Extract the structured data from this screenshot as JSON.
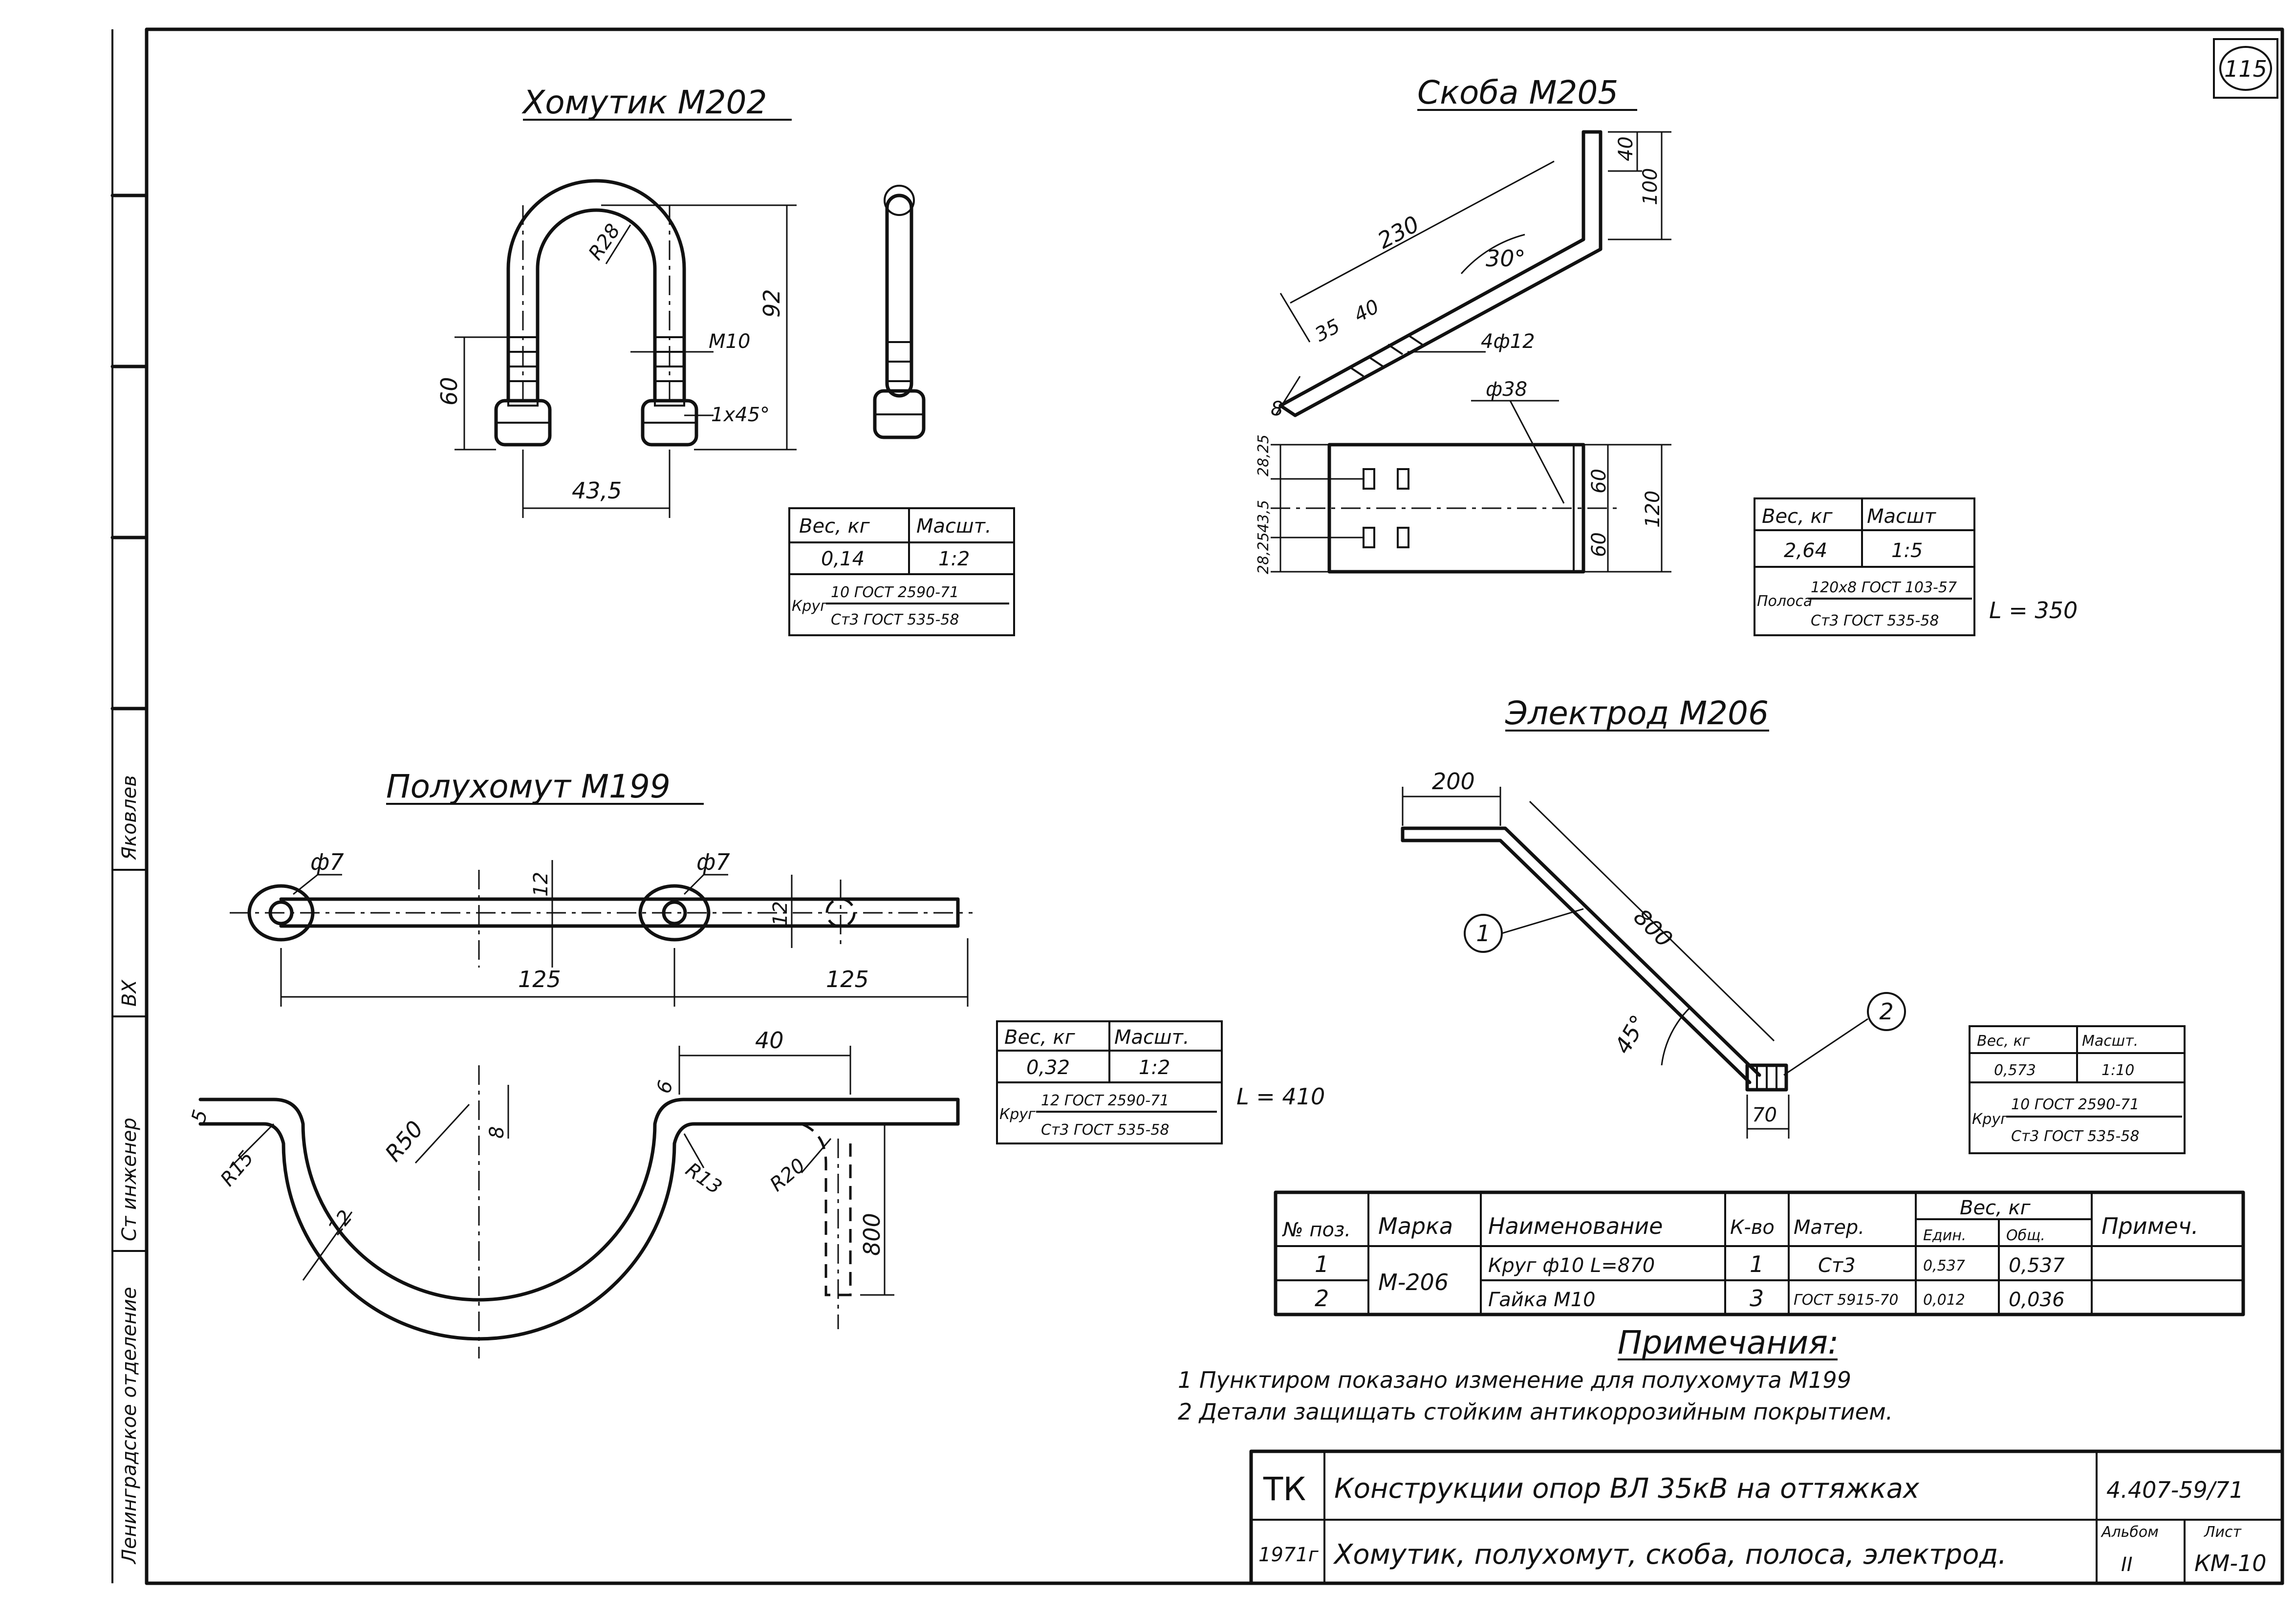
{
  "sheet_number": "115",
  "side_stamp": {
    "org": "Ленинградское отделение",
    "role": "Ст инженер",
    "signature": "ВХ",
    "name": "Яковлев"
  },
  "m202": {
    "title": "Хомутик М202",
    "dims": {
      "r": "R28",
      "thread": "M10",
      "height": "92",
      "leg": "60",
      "chamfer": "1x45°",
      "width": "43,5"
    },
    "table": {
      "h_weight": "Вес, кг",
      "h_scale": "Масшт.",
      "weight": "0,14",
      "scale": "1:2",
      "material": "Круг",
      "mat_top": "10 ГОСТ 2590-71",
      "mat_bot": "Ст3 ГОСТ 535-58"
    }
  },
  "m205": {
    "title": "Скоба М205",
    "dims": {
      "top": "40",
      "side": "100",
      "length": "230",
      "angle": "30°",
      "d1": "35",
      "d2": "40",
      "holes": "4ф12",
      "thick": "8",
      "bend": "ф38",
      "h1": "28,25",
      "h2": "43,5",
      "h3": "28,25",
      "v1": "60",
      "v2": "60",
      "total": "120"
    },
    "table": {
      "h_weight": "Вес, кг",
      "h_scale": "Масшт",
      "weight": "2,64",
      "scale": "1:5",
      "material": "Полоса",
      "mat_top": "120х8 ГОСТ 103-57",
      "mat_bot": "Ст3 ГОСТ 535-58"
    },
    "length_note": "L = 350"
  },
  "m199": {
    "title": "Полухомут М199",
    "dims": {
      "hole1": "ф7",
      "hole2": "ф7",
      "w1": "12",
      "w2": "12",
      "span1": "125",
      "span2": "125",
      "flat": "40",
      "r15": "R15",
      "r50": "R50",
      "t8": "8",
      "t6": "6",
      "r13": "R13",
      "r20": "R20",
      "drop": "800",
      "t12": "12",
      "t5": "5"
    },
    "table": {
      "h_weight": "Вес, кг",
      "h_scale": "Масшт.",
      "weight": "0,32",
      "scale": "1:2",
      "material": "Круг",
      "mat_top": "12 ГОСТ 2590-71",
      "mat_bot": "Ст3 ГОСТ 535-58"
    },
    "length_note": "L = 410"
  },
  "m206": {
    "title": "Электрод М206",
    "dims": {
      "top": "200",
      "length": "800",
      "angle": "45°",
      "bottom": "70",
      "pos1": "1",
      "pos2": "2"
    },
    "table": {
      "h_weight": "Вес, кг",
      "h_scale": "Масшт.",
      "weight": "0,573",
      "scale": "1:10",
      "material": "Круг",
      "mat_top": "10 ГОСТ 2590-71",
      "mat_bot": "Ст3 ГОСТ 535-58"
    }
  },
  "spec": {
    "headers": {
      "pos": "№ поз.",
      "mark": "Марка",
      "name": "Наименование",
      "qty": "К-во",
      "mat": "Матер.",
      "weight": "Вес, кг",
      "unit": "Един.",
      "total": "Общ.",
      "note": "Примеч."
    },
    "mark_value": "М-206",
    "rows": [
      {
        "pos": "1",
        "name": "Круг ф10 L=870",
        "qty": "1",
        "mat": "Ст3",
        "unit": "0,537",
        "total": "0,537"
      },
      {
        "pos": "2",
        "name": "Гайка М10",
        "qty": "3",
        "mat": "ГОСТ 5915-70",
        "unit": "0,012",
        "total": "0,036"
      }
    ]
  },
  "notes": {
    "title": "Примечания:",
    "lines": [
      "1 Пунктиром показано изменение для полухомута М199",
      "2 Детали защищать стойким антикоррозийным покрытием."
    ]
  },
  "title_block": {
    "org": "ТК",
    "year": "1971г",
    "line1": "Конструкции опор ВЛ 35кВ на оттяжках",
    "line2": "Хомутик, полухомут, скоба, полоса, электрод.",
    "code": "4.407-59/71",
    "album_label": "Альбом",
    "album": "II",
    "sheet_label": "Лист",
    "sheet": "КМ-10"
  }
}
